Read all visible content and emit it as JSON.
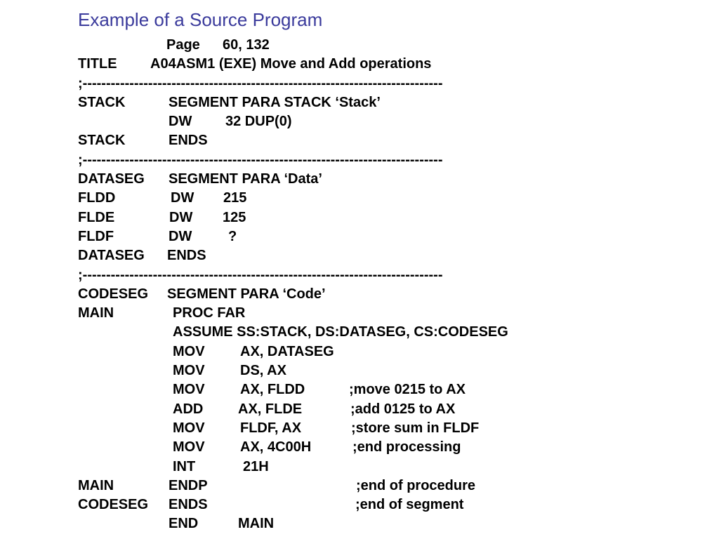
{
  "slide": {
    "title": "Example of a Source Program"
  },
  "code": [
    {
      "col1": "",
      "col2": "Page",
      "col3": "60, 132",
      "col4": ""
    },
    {
      "col1": "TITLE",
      "col2": "A04ASM1  (EXE)  Move and Add operations",
      "col3": "",
      "col4": ""
    },
    {
      "col1": ";-----------------------------------------------------------------------------",
      "col2": "",
      "col3": "",
      "col4": ""
    },
    {
      "col1": "STACK",
      "col2": "SEGMENT   PARA  STACK  ‘Stack’",
      "col3": "",
      "col4": ""
    },
    {
      "col1": "",
      "col2": "DW",
      "col3": "32  DUP(0)",
      "col4": ""
    },
    {
      "col1": "STACK",
      "col2": "ENDS",
      "col3": "",
      "col4": ""
    },
    {
      "col1": ";-----------------------------------------------------------------------------",
      "col2": "",
      "col3": "",
      "col4": ""
    },
    {
      "col1": "DATASEG",
      "col2": "SEGMENT  PARA  ‘Data’",
      "col3": "",
      "col4": ""
    },
    {
      "col1": "FLDD",
      "col2": "DW",
      "col3": "215",
      "col4": ""
    },
    {
      "col1": "FLDE",
      "col2": "DW",
      "col3": "125",
      "col4": ""
    },
    {
      "col1": "FLDF",
      "col2": "DW",
      "col3": "?",
      "col4": ""
    },
    {
      "col1": "DATASEG",
      "col2": "ENDS",
      "col3": "",
      "col4": ""
    },
    {
      "col1": ";-----------------------------------------------------------------------------",
      "col2": "",
      "col3": "",
      "col4": ""
    },
    {
      "col1": "CODESEG",
      "col2": "SEGMENT  PARA  ‘Code’",
      "col3": "",
      "col4": ""
    },
    {
      "col1": "MAIN",
      "col2": "PROC   FAR",
      "col3": "",
      "col4": ""
    },
    {
      "col1": "",
      "col2": "ASSUME  SS:STACK, DS:DATASEG, CS:CODESEG",
      "col3": "",
      "col4": ""
    },
    {
      "col1": "",
      "col2": "MOV",
      "col3": "AX, DATASEG",
      "col4": ""
    },
    {
      "col1": "",
      "col2": "MOV",
      "col3": "DS, AX",
      "col4": ""
    },
    {
      "col1": "",
      "col2": "MOV",
      "col3": "AX, FLDD",
      "col4": ";move 0215 to AX"
    },
    {
      "col1": "",
      "col2": "ADD",
      "col3": "AX, FLDE",
      "col4": ";add 0125 to AX"
    },
    {
      "col1": "",
      "col2": "MOV",
      "col3": "FLDF, AX",
      "col4": ";store sum in FLDF"
    },
    {
      "col1": "",
      "col2": "MOV",
      "col3": "AX, 4C00H",
      "col4": ";end processing"
    },
    {
      "col1": "",
      "col2": "INT",
      "col3": "21H",
      "col4": ""
    },
    {
      "col1": "MAIN",
      "col2": "ENDP",
      "col3": "",
      "col4": ";end of procedure"
    },
    {
      "col1": "CODESEG",
      "col2": "ENDS",
      "col3": "",
      "col4": ";end of segment"
    },
    {
      "col1": "",
      "col2": "END",
      "col3": "MAIN",
      "col4": ""
    }
  ]
}
